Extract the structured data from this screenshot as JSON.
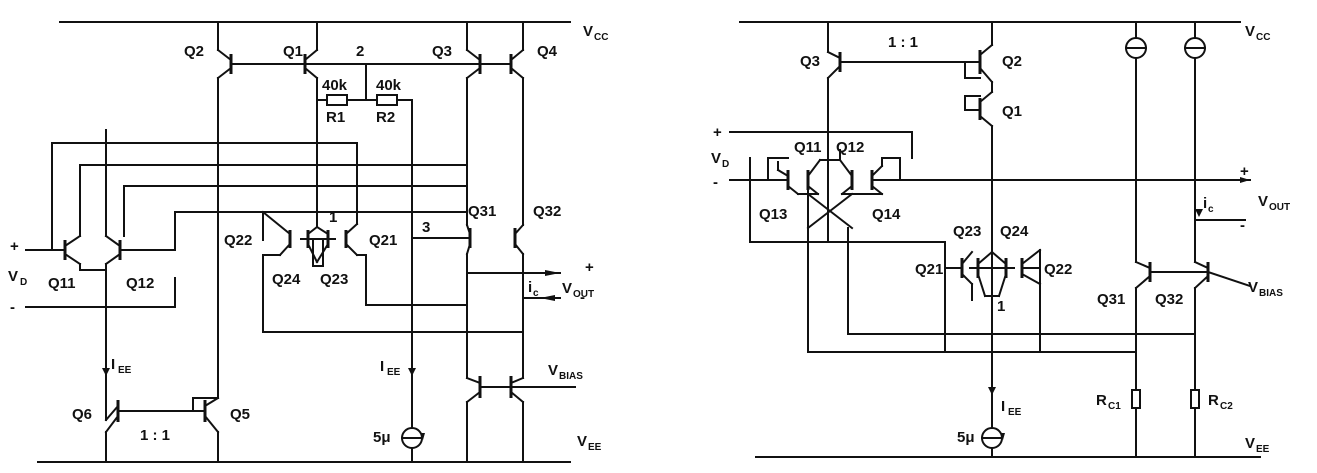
{
  "left": {
    "rails": {
      "vcc": "V",
      "vcc_sub": "CC",
      "vee": "V",
      "vee_sub": "EE"
    },
    "transistors": {
      "q1": "Q1",
      "q2": "Q2",
      "q3": "Q3",
      "q4": "Q4",
      "q5": "Q5",
      "q6": "Q6",
      "q11": "Q11",
      "q12": "Q12",
      "q21": "Q21",
      "q22": "Q22",
      "q23": "Q23",
      "q24": "Q24",
      "q31": "Q31",
      "q32": "Q32"
    },
    "resistors": {
      "r1_value": "40k",
      "r1_name": "R1",
      "r2_value": "40k",
      "r2_name": "R2"
    },
    "nodes": {
      "n1": "1",
      "n2": "2",
      "n3": "3"
    },
    "ratio": "1 : 1",
    "source_value": "5μ",
    "i_ee_1": "I",
    "i_ee_1_sub": "EE",
    "i_ee_2": "I",
    "i_ee_2_sub": "EE",
    "vd": "V",
    "vd_sub": "D",
    "plus": "+",
    "minus": "-",
    "ic": "i",
    "ic_sub": "c",
    "vout": "V",
    "vout_sub": "OUT",
    "vout_plus": "+",
    "vout_minus": "-",
    "vbias": "V",
    "vbias_sub": "BIAS"
  },
  "right": {
    "rails": {
      "vcc": "V",
      "vcc_sub": "CC",
      "vee": "V",
      "vee_sub": "EE"
    },
    "transistors": {
      "q1": "Q1",
      "q2": "Q2",
      "q3": "Q3",
      "q11": "Q11",
      "q12": "Q12",
      "q13": "Q13",
      "q14": "Q14",
      "q21": "Q21",
      "q22": "Q22",
      "q23": "Q23",
      "q24": "Q24",
      "q31": "Q31",
      "q32": "Q32"
    },
    "ratio": "1 : 1",
    "node1": "1",
    "source_value": "5μ",
    "i_ee": "I",
    "i_ee_sub": "EE",
    "vd": "V",
    "vd_sub": "D",
    "plus": "+",
    "minus": "-",
    "ic": "i",
    "ic_sub": "c",
    "vout": "V",
    "vout_sub": "OUT",
    "vout_plus": "+",
    "vout_minus": "-",
    "vbias": "V",
    "vbias_sub": "BIAS",
    "rc1": "R",
    "rc1_sub": "C1",
    "rc2": "R",
    "rc2_sub": "C2"
  }
}
